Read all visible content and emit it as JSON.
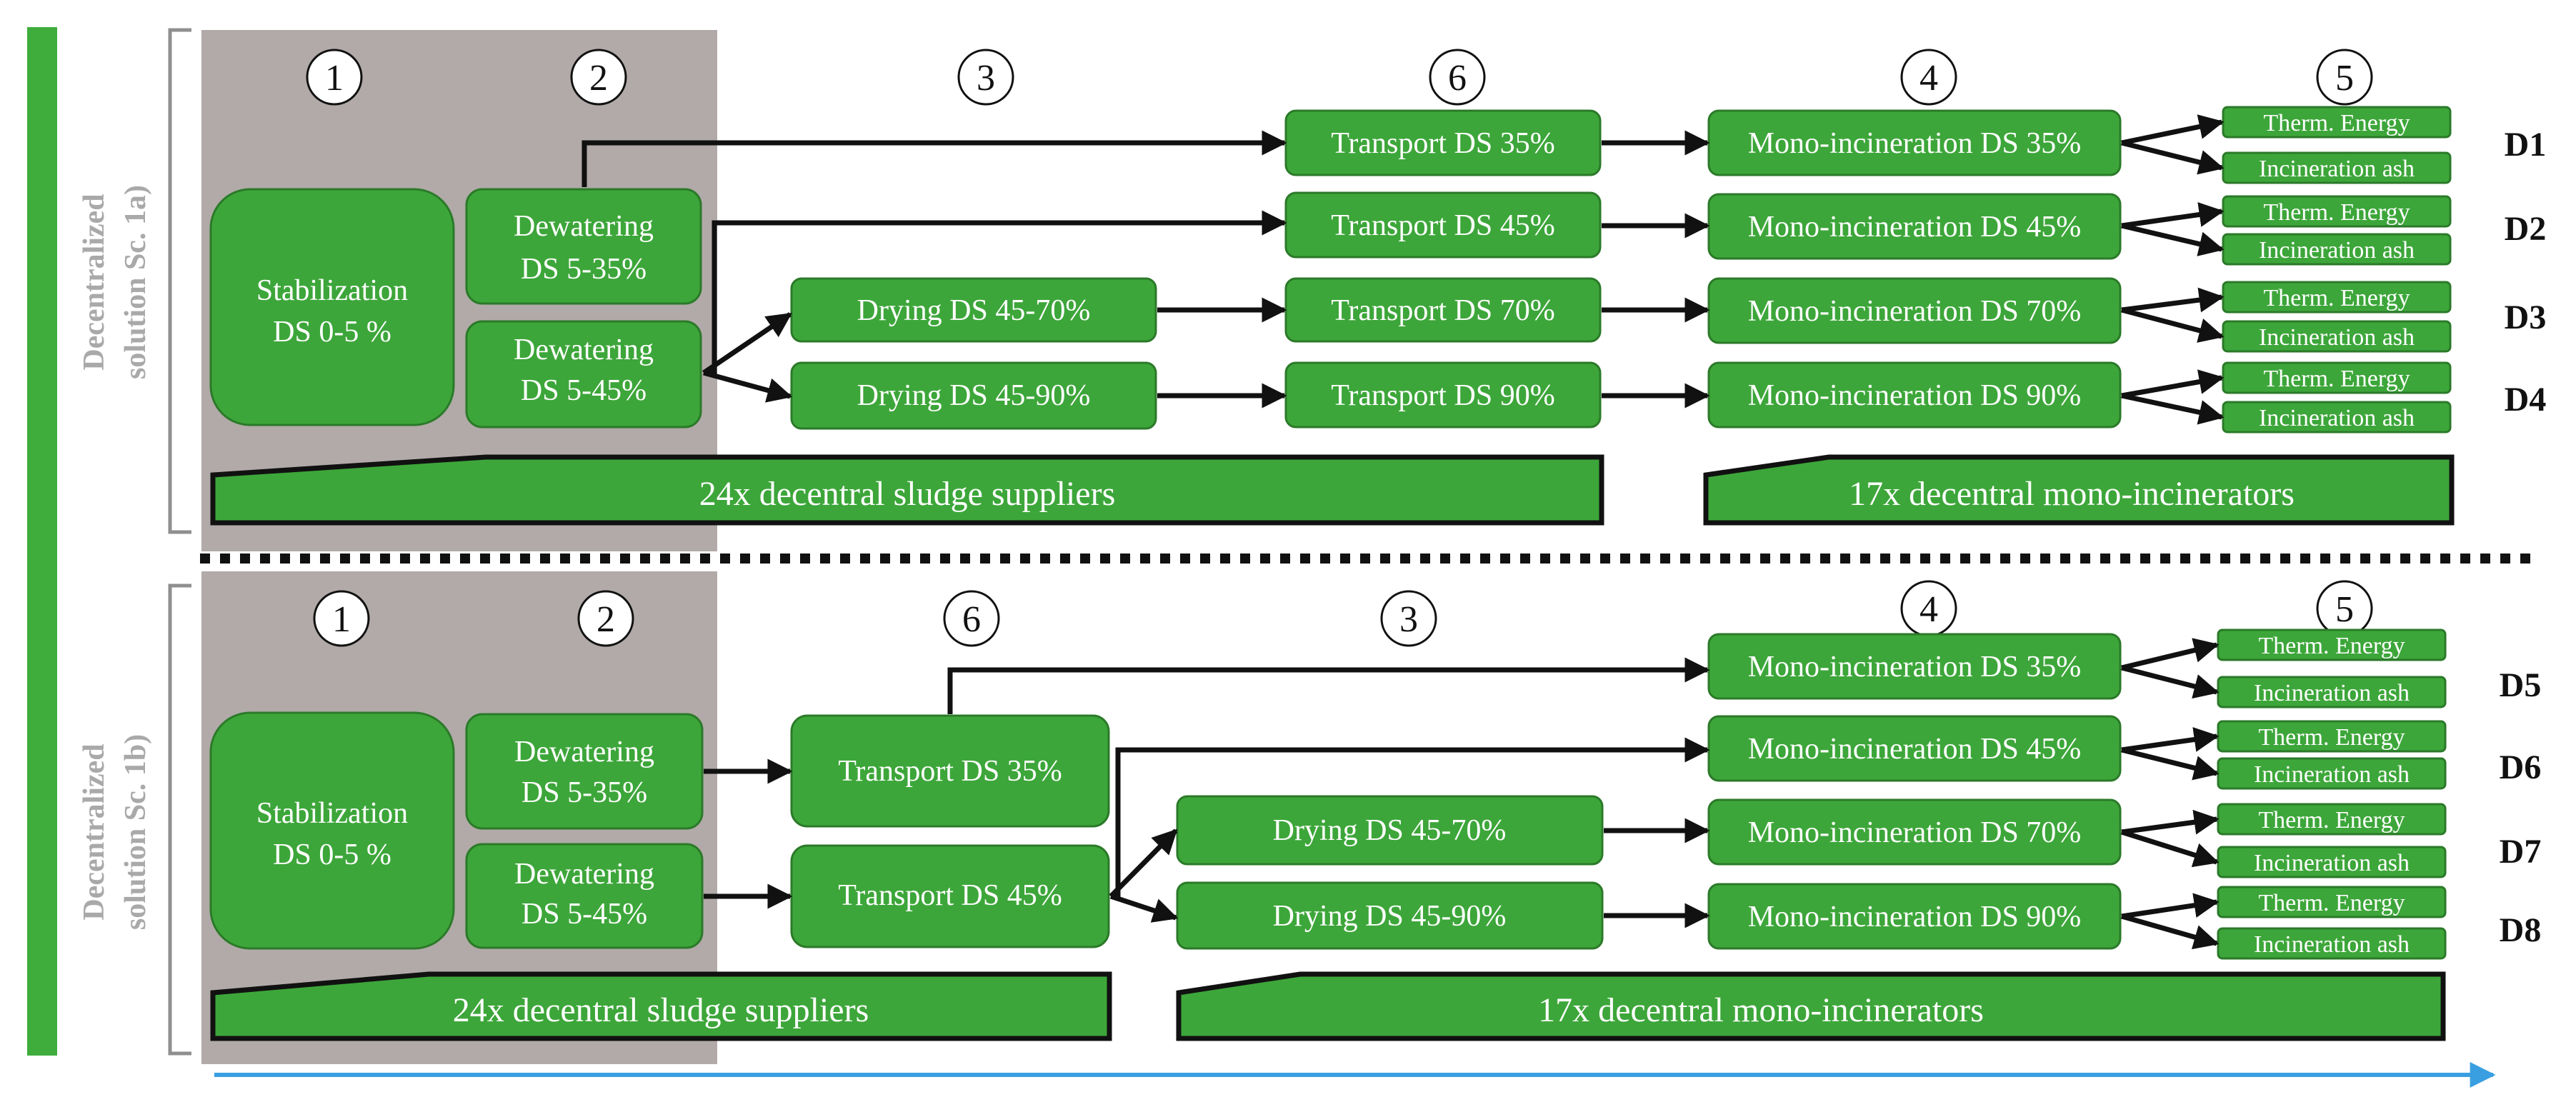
{
  "side_labels": {
    "a_line1": "Decentralized",
    "a_line2": "solution Sc. 1a)",
    "b_line1": "Decentralized",
    "b_line2": "solution Sc. 1b)"
  },
  "step_numbers": {
    "s1": "1",
    "s2": "2",
    "s3": "3",
    "s4": "4",
    "s5": "5",
    "s6": "6"
  },
  "boxes": {
    "stabilization": [
      "Stabilization",
      "DS 0-5 %"
    ],
    "dewatering_35": [
      "Dewatering",
      "DS 5-35%"
    ],
    "dewatering_45": [
      "Dewatering",
      "DS 5-45%"
    ],
    "drying_70": "Drying DS 45-70%",
    "drying_90": "Drying DS 45-90%",
    "transport_35": "Transport DS 35%",
    "transport_45": "Transport DS 45%",
    "transport_70": "Transport DS 70%",
    "transport_90": "Transport DS 90%",
    "mono_35": "Mono-incineration DS 35%",
    "mono_45": "Mono-incineration DS 45%",
    "mono_70": "Mono-incineration DS 70%",
    "mono_90": "Mono-incineration DS 90%",
    "therm_energy": "Therm. Energy",
    "incineration_ash": "Incineration ash"
  },
  "bars": {
    "sludge_suppliers": "24x decentral sludge suppliers",
    "mono_incinerators": "17x decentral mono-incinerators"
  },
  "d_labels": [
    "D1",
    "D2",
    "D3",
    "D4",
    "D5",
    "D6",
    "D7",
    "D8"
  ],
  "colors": {
    "box_green": "#3da63a",
    "box_border": "#2b7a29",
    "grey_panel": "#b1aaa8",
    "side_bar_green": "#3fad3b",
    "timeline_blue": "#3a9fe0",
    "side_text_grey": "#a9a9a9"
  }
}
